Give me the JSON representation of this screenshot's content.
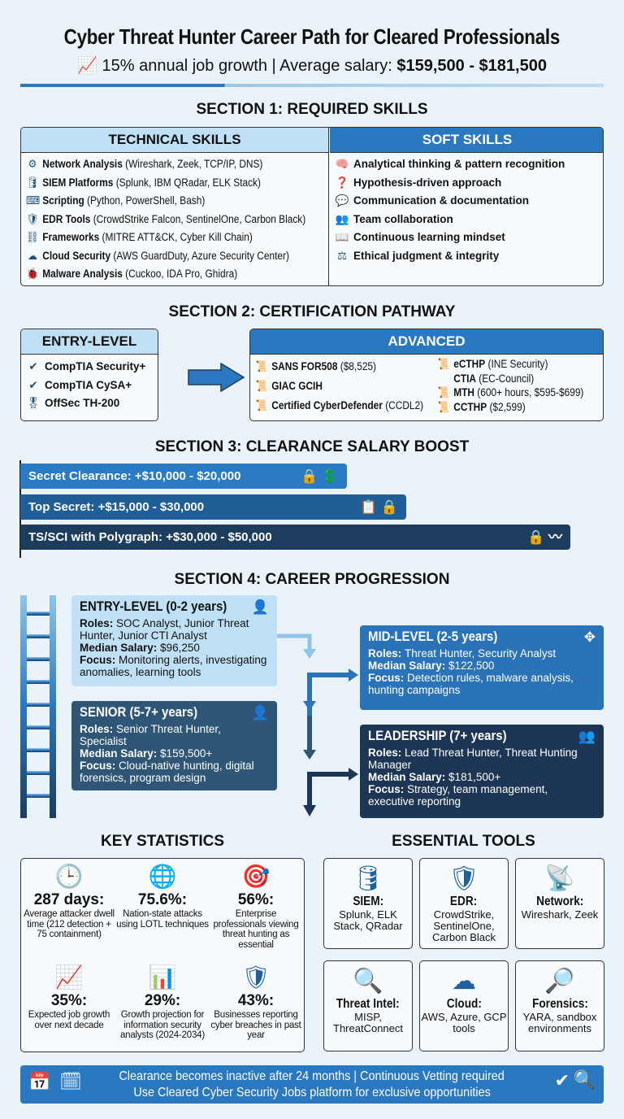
{
  "header": {
    "title": "Cyber Threat Hunter Career Path for Cleared Professionals",
    "subtitle_prefix": "15% annual job growth | Average salary: ",
    "subtitle_salary": "$159,500 - $181,500"
  },
  "section1": {
    "title": "SECTION 1: REQUIRED SKILLS",
    "technical_title": "TECHNICAL SKILLS",
    "soft_title": "SOFT SKILLS",
    "technical": [
      {
        "name": "Network Analysis",
        "detail": " (Wireshark, Zeek, TCP/IP, DNS)",
        "icon": "network-icon"
      },
      {
        "name": "SIEM Platforms",
        "detail": " (Splunk, IBM QRadar, ELK Stack)",
        "icon": "database-icon"
      },
      {
        "name": "Scripting",
        "detail": " (Python, PowerShell, Bash)",
        "icon": "code-icon"
      },
      {
        "name": "EDR Tools",
        "detail": " (CrowdStrike Falcon, SentinelOne, Carbon Black)",
        "icon": "shield-icon"
      },
      {
        "name": "Frameworks",
        "detail": " (MITRE ATT&CK, Cyber Kill Chain)",
        "icon": "hierarchy-icon"
      },
      {
        "name": "Cloud Security",
        "detail": " (AWS GuardDuty, Azure Security Center)",
        "icon": "cloud-icon"
      },
      {
        "name": "Malware Analysis",
        "detail": " (Cuckoo, IDA Pro, Ghidra)",
        "icon": "bug-icon"
      }
    ],
    "soft": [
      {
        "name": "Analytical thinking & pattern recognition",
        "icon": "brain-icon"
      },
      {
        "name": "Hypothesis-driven approach",
        "icon": "question-icon"
      },
      {
        "name": "Communication & documentation",
        "icon": "chat-icon"
      },
      {
        "name": "Team collaboration",
        "icon": "team-icon"
      },
      {
        "name": "Continuous learning mindset",
        "icon": "book-icon"
      },
      {
        "name": "Ethical judgment & integrity",
        "icon": "scales-icon"
      }
    ]
  },
  "section2": {
    "title": "SECTION 2: CERTIFICATION PATHWAY",
    "entry_title": "ENTRY-LEVEL",
    "entry": [
      "CompTIA Security+",
      "CompTIA CySA+",
      "OffSec TH-200"
    ],
    "advanced_title": "ADVANCED",
    "advanced_left": [
      {
        "name": "SANS FOR508",
        "detail": " ($8,525)"
      },
      {
        "name": "GIAC GCIH",
        "detail": ""
      },
      {
        "name": "Certified CyberDefender",
        "detail": " (CCDL2)"
      }
    ],
    "advanced_right": [
      {
        "name": "eCTHP",
        "detail": " (INE Security)"
      },
      {
        "name": "CTIA",
        "detail": " (EC-Council)"
      },
      {
        "name": "MTH",
        "detail": " (600+ hours, $595-$699)"
      },
      {
        "name": "CCTHP",
        "detail": " ($2,599)"
      }
    ]
  },
  "section3": {
    "title": "SECTION 3: CLEARANCE SALARY BOOST",
    "bars": [
      {
        "label": "Secret Clearance: +$10,000 - $20,000",
        "color": "#2a7bc4"
      },
      {
        "label": "Top Secret: +$15,000 - $30,000",
        "color": "#1f5e96"
      },
      {
        "label": "TS/SCI with Polygraph: +$30,000 - $50,000",
        "color": "#1d3d5e"
      }
    ]
  },
  "section4": {
    "title": "SECTION 4: CAREER PROGRESSION",
    "entry": {
      "title": "ENTRY-LEVEL (0-2 years)",
      "roles": "SOC Analyst, Junior Threat Hunter, Junior CTI Analyst",
      "salary": "$96,250",
      "focus": "Monitoring alerts, investigating anomalies, learning tools"
    },
    "mid": {
      "title": "MID-LEVEL (2-5 years)",
      "roles": "Threat Hunter, Security Analyst",
      "salary": "$122,500",
      "focus": "Detection rules, malware analysis, hunting campaigns"
    },
    "senior": {
      "title": "SENIOR (5-7+ years)",
      "roles": "Senior Threat Hunter, Specialist",
      "salary": "$159,500+",
      "focus": "Cloud-native hunting, digital forensics, program design"
    },
    "leadership": {
      "title": "LEADERSHIP (7+ years)",
      "roles": "Lead Threat Hunter, Threat Hunting Manager",
      "salary": "$181,500+",
      "focus": "Strategy, team management, executive reporting"
    },
    "roles_label": "Roles: ",
    "salary_label": "Median Salary: ",
    "focus_label": "Focus: "
  },
  "stats": {
    "title": "KEY STATISTICS",
    "items": [
      {
        "value": "287 days:",
        "text": "Average attacker dwell time (212 detection + 75 containment)",
        "icon": "clock-icon"
      },
      {
        "value": "75.6%:",
        "text": "Nation-state attacks using LOTL techniques",
        "icon": "globe-icon"
      },
      {
        "value": "56%:",
        "text": "Enterprise professionals viewing threat hunting as essential",
        "icon": "target-icon"
      },
      {
        "value": "35%:",
        "text": "Expected job growth over next decade",
        "icon": "growth-chart-icon"
      },
      {
        "value": "29%:",
        "text": "Growth projection for information security analysts (2024-2034)",
        "icon": "bar-chart-icon"
      },
      {
        "value": "43%:",
        "text": "Businesses reporting cyber breaches in past year",
        "icon": "broken-shield-icon"
      }
    ]
  },
  "tools": {
    "title": "ESSENTIAL TOOLS",
    "items": [
      {
        "name": "SIEM:",
        "text": "Splunk, ELK Stack, QRadar",
        "icon": "database-icon"
      },
      {
        "name": "EDR:",
        "text": "CrowdStrike, SentinelOne, Carbon Black",
        "icon": "shield-icon"
      },
      {
        "name": "Network:",
        "text": "Wireshark, Zeek",
        "icon": "router-icon"
      },
      {
        "name": "Threat Intel:",
        "text": "MISP, ThreatConnect",
        "icon": "magnifier-icon"
      },
      {
        "name": "Cloud:",
        "text": "AWS, Azure, GCP tools",
        "icon": "cloud-icon"
      },
      {
        "name": "Forensics:",
        "text": "YARA, sandbox environments",
        "icon": "bug-search-icon"
      }
    ]
  },
  "footer": {
    "line1": "Clearance becomes inactive after 24 months | Continuous Vetting required",
    "line2": "Use Cleared Cyber Security Jobs platform for exclusive opportunities"
  }
}
